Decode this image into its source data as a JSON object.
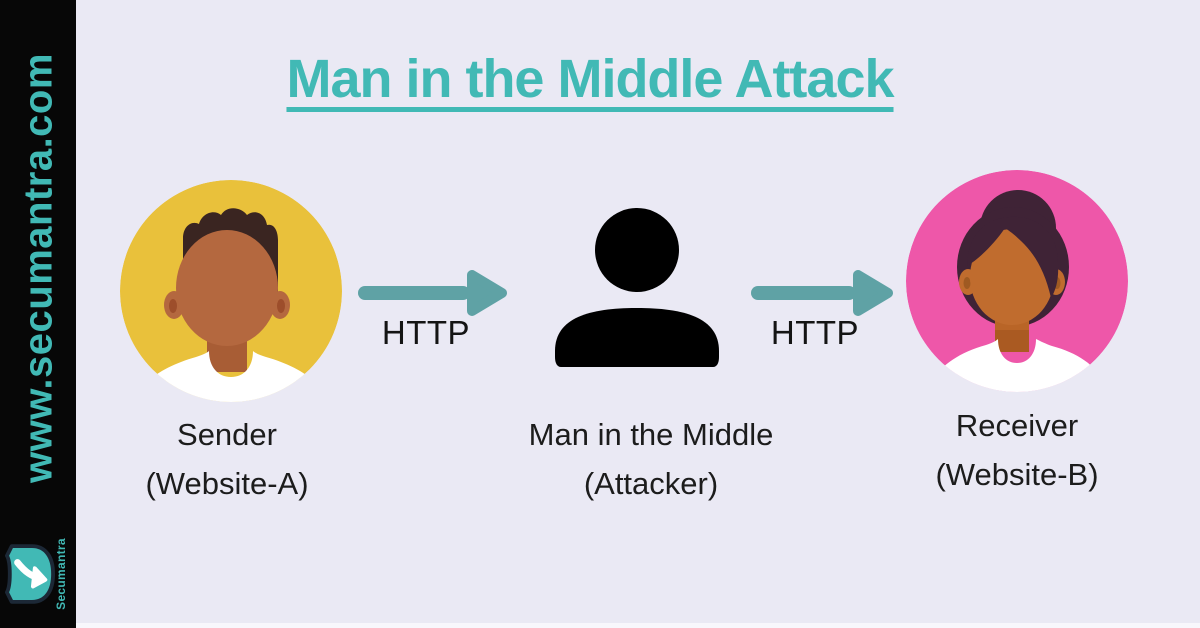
{
  "colors": {
    "background": "#eae9f4",
    "sidebar_bg": "#070707",
    "brand_teal": "#41b9b5",
    "arrow_teal": "#5fa2a5",
    "sender_circle": "#e9c13b",
    "receiver_circle": "#ee57a9",
    "boy_skin": "#b4683f",
    "boy_hair": "#3a2521",
    "boy_ear_inner": "#9d4e2b",
    "boy_neck": "#a85d35",
    "woman_skin": "#c06c2e",
    "woman_hair": "#3f2336",
    "woman_ear_inner": "#9f5a22",
    "woman_neck": "#b96527",
    "woman_neck_shadow": "#aa5a22",
    "attacker_silhouette": "#000000",
    "shirt_white": "#ffffff",
    "logo_outline": "#1c2836",
    "text_dark": "#1c1c1c"
  },
  "sidebar": {
    "url": "www.secumantra.com",
    "brand": "Secumantra"
  },
  "title": {
    "text": "Man in the Middle Attack"
  },
  "nodes": [
    {
      "id": "sender",
      "name": "Sender",
      "sub": "(Website-A)"
    },
    {
      "id": "attacker",
      "name": "Man in the Middle",
      "sub": "(Attacker)"
    },
    {
      "id": "receiver",
      "name": "Receiver",
      "sub": "(Website-B)"
    }
  ],
  "arrows": [
    {
      "label": "HTTP"
    },
    {
      "label": "HTTP"
    }
  ]
}
